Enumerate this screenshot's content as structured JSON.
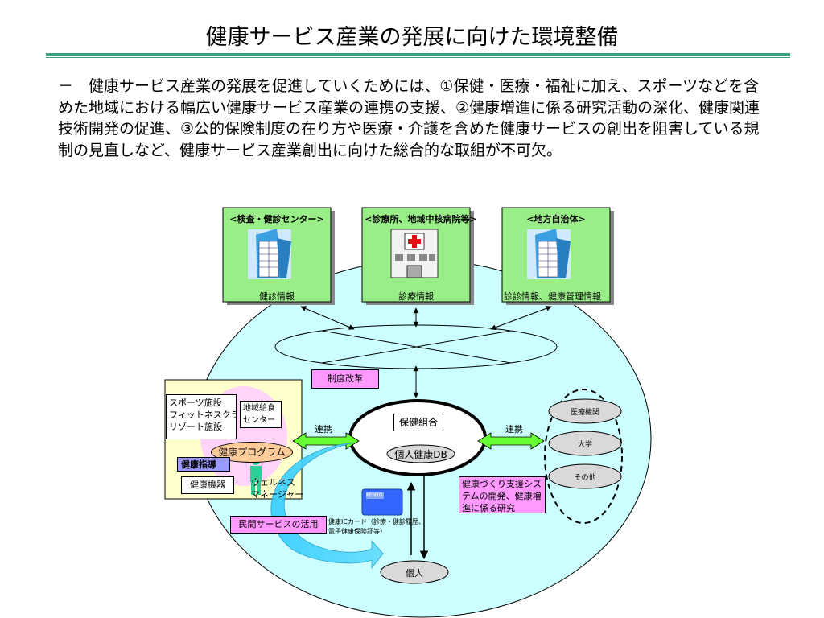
{
  "header": {
    "title": "健康サービス産業の発展に向けた環境整備"
  },
  "intro_text": "－　健康サービス産業の発展を促進していくためには、①保健・医療・福祉に加え、スポーツなどを含めた地域における幅広い健康サービス産業の連携の支援、②健康増進に係る研究活動の深化、健康関連技術開発の促進、③公的保険制度の在り方や医療・介護を含めた健康サービスの創出を阻害している規制の見直しなど、健康サービス産業創出に向けた総合的な取組が不可欠。",
  "diagram": {
    "top_boxes": [
      {
        "heading": "<検査・健診センター>",
        "label": "健診情報",
        "icon": "office-building-icon"
      },
      {
        "heading": "<診療所、地域中核病院等>",
        "label": "診療情報",
        "icon": "hospital-building-icon"
      },
      {
        "heading": "<地方自治体>",
        "label": "診診情報、健康管理情報",
        "icon": "office-building-icon"
      }
    ],
    "reform_label": "制度改革",
    "left_panel": {
      "sports_facilities": "スポーツ施設\nフィットネスクラブ\nリゾート施設",
      "lunch_center": "地域給食\nセンター",
      "health_program": "健康プログラム",
      "health_guidance": "健康指導",
      "health_equipment": "健康機器",
      "wellness_manager": "ウェルネス\nマネージャー"
    },
    "center": {
      "insurance_union": "保健組合",
      "personal_db": "個人健康DB"
    },
    "renkei_left": "連携",
    "renkei_right": "連携",
    "right_nodes": [
      "医療機関",
      "大学",
      "その他"
    ],
    "research_box": "健康づくり支援システムの開発、健康増進に係る研究",
    "private_service": "民間サービスの活用",
    "ic_card_label": "健康ICカード（診療・健診履歴、電子健康保険証等）",
    "ic_card_text": "KENKO",
    "individual": "個人",
    "colors": {
      "top_box_fill": "#99ee88",
      "big_ellipse_fill": "#ccffff",
      "left_panel_fill": "#ffffcc",
      "pink_fill": "#ff99ff",
      "program_fill": "#ffcc99",
      "guidance_fill": "#9999ff",
      "right_node_fill": "#d9d9d9",
      "green_arrow": "#66ff33",
      "teal_arrow": "#33ccff",
      "person_figure": "#33cc99",
      "ic_card": "#3366ff"
    }
  }
}
